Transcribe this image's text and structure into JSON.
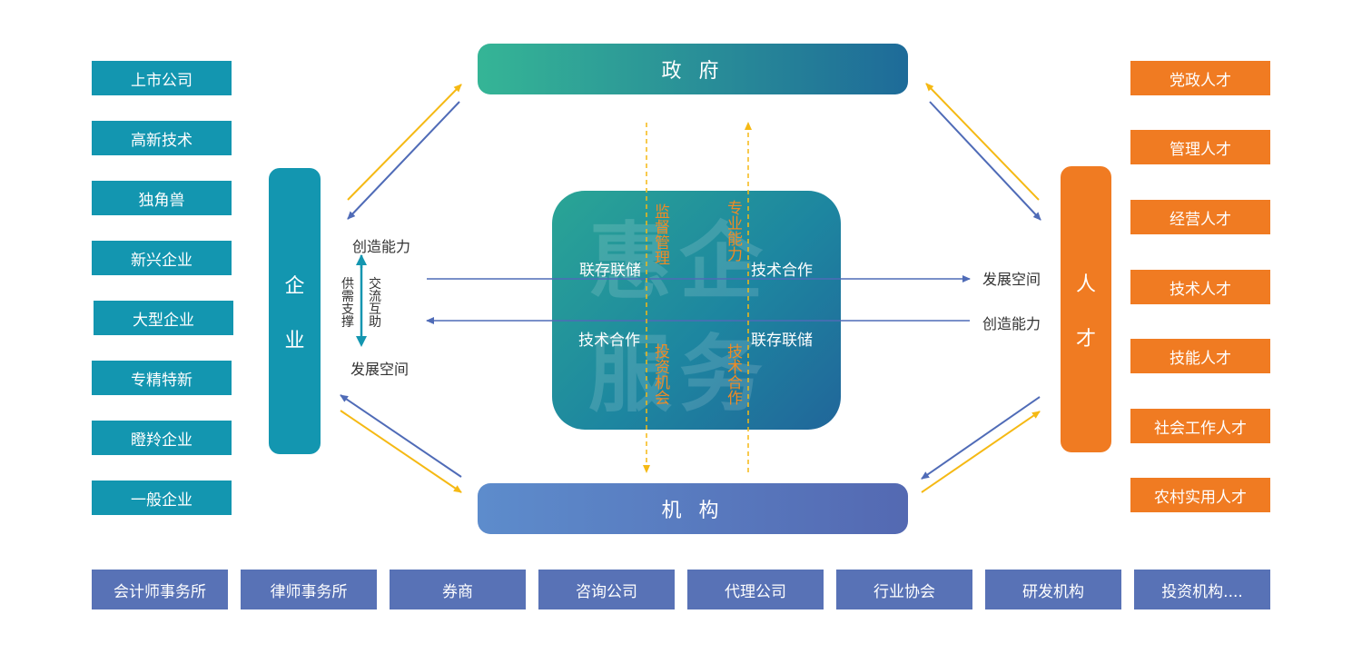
{
  "enterprise_types": [
    "上市公司",
    "高新技术",
    "独角兽",
    "新兴企业",
    "大型企业",
    "专精特新",
    "瞪羚企业",
    "一般企业"
  ],
  "talent_types": [
    "党政人才",
    "管理人才",
    "经营人才",
    "技术人才",
    "技能人才",
    "社会工作人才",
    "农村实用人才"
  ],
  "institutions": [
    "会计师事务所",
    "律师事务所",
    "券商",
    "咨询公司",
    "代理公司",
    "行业协会",
    "研发机构",
    "投资机构...."
  ],
  "government": "政 府",
  "institution_bar": "机 构",
  "enterprise_pillar": [
    "企",
    "业"
  ],
  "talent_pillar": [
    "人",
    "才"
  ],
  "left_labels": {
    "top": "创造能力",
    "bottom": "发展空间",
    "supply": "供需支撑",
    "exchange": "交流互助"
  },
  "right_labels": {
    "top": "发展空间",
    "bottom": "创造能力"
  },
  "center": {
    "watermark_line1": "惠企",
    "watermark_line2": "服务",
    "top_left": "联存联储",
    "top_right": "技术合作",
    "bottom_left": "技术合作",
    "bottom_right": "联存联储",
    "v_supervision": "监督管理",
    "v_professional": "专业能力",
    "v_investment": "投资机会",
    "v_tech": "技术合作"
  },
  "colors": {
    "teal": "#1396b0",
    "orange": "#f07b22",
    "blue": "#5872b6",
    "green_teal": "#35b596",
    "arrow_blue": "#4f6bb7",
    "arrow_yellow": "#f5b914",
    "label_orange": "#f08a24"
  }
}
